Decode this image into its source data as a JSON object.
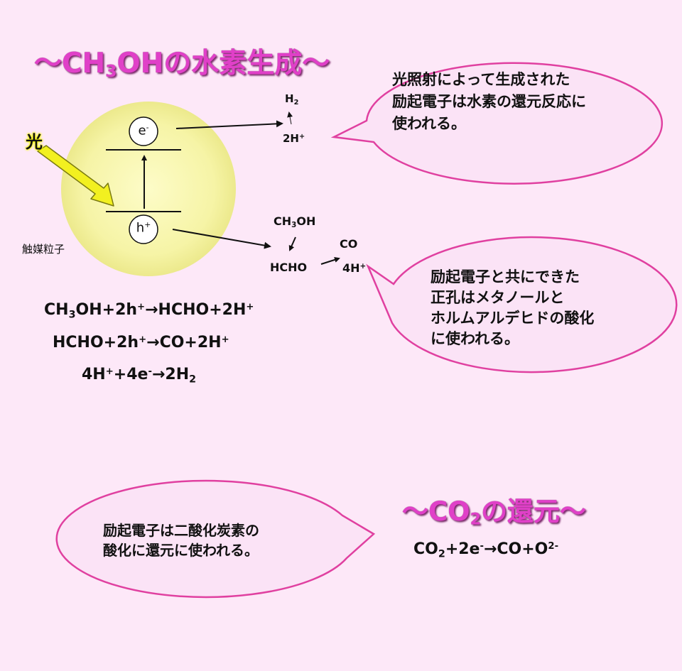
{
  "titles": {
    "main_prefix": "～CH",
    "main_sub": "3",
    "main_suffix": "OHの水素生成～",
    "co2_prefix": "～CO",
    "co2_sub": "2",
    "co2_suffix": "の還元～"
  },
  "particle": {
    "light_label": "光",
    "electron": "e",
    "electron_sup": "-",
    "hole": "h",
    "hole_sup": "+",
    "catalyst_label": "触媒粒子"
  },
  "reactions": {
    "h2": {
      "main": "H",
      "sub": "2"
    },
    "two_h_plus": {
      "main": "2H",
      "sup": "+"
    },
    "ch3oh": {
      "a": "CH",
      "sub": "3",
      "b": "OH"
    },
    "hcho": "HCHO",
    "co": "CO",
    "four_h_plus": {
      "main": "4H",
      "sup": "+"
    }
  },
  "bubbles": {
    "b1": [
      "光照射によって生成された",
      "励起電子は水素の還元反応に",
      "使われる。"
    ],
    "b2": [
      "励起電子と共にできた",
      "正孔はメタノールと",
      "ホルムアルデヒドの酸化",
      "に使われる。"
    ],
    "b3": [
      "励起電子は二酸化炭素の",
      "酸化に還元に使われる。"
    ]
  },
  "equations": {
    "eq1": {
      "p1": "CH",
      "s1": "3",
      "p2": "OH+2h",
      "u1": "+",
      "p3": "→HCHO+2H",
      "u2": "+"
    },
    "eq2": {
      "p1": "HCHO+2h",
      "u1": "+",
      "p2": "→CO+2H",
      "u2": "+"
    },
    "eq3": {
      "p1": "4H",
      "u1": "+",
      "p2": "+4e",
      "u2": "-",
      "p3": "→2H",
      "s1": "2"
    },
    "eq4": {
      "p1": "CO",
      "s1": "2",
      "p2": "+2e",
      "u1": "-",
      "p3": "→CO+O",
      "u2": "2-"
    }
  },
  "colors": {
    "background": "#fde8f8",
    "bubble_fill": "#fbe3f6",
    "bubble_stroke": "#e040a0",
    "title": "#e040c8",
    "particle": "#f6f4a6",
    "light_arrow": "#f2f020"
  }
}
